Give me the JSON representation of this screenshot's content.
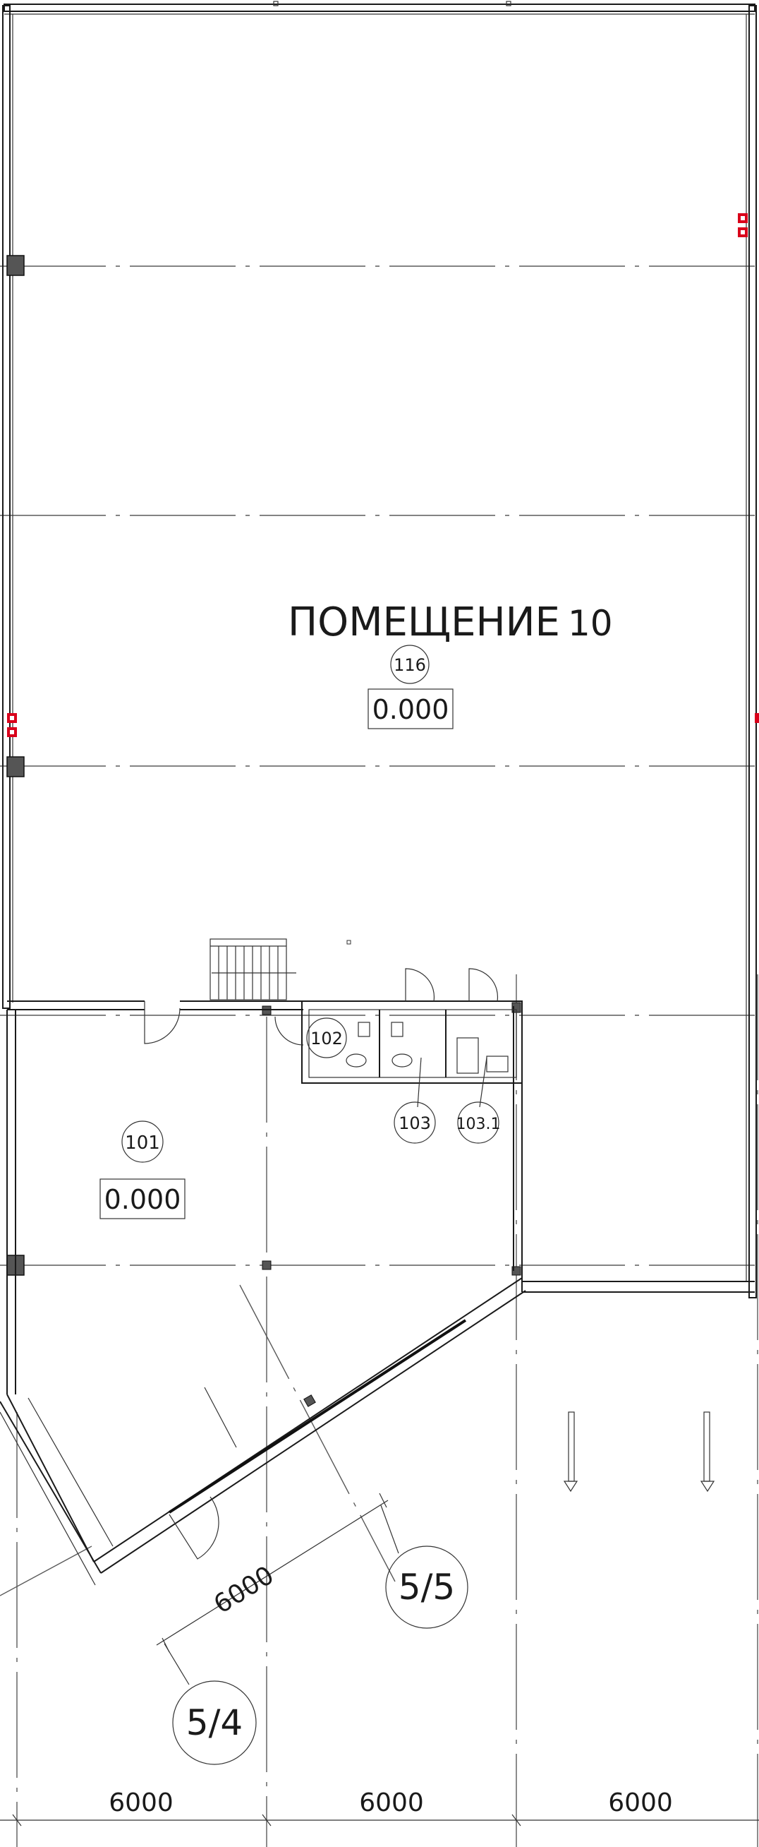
{
  "room_main": {
    "title_word": "ПОМЕЩЕНИЕ",
    "title_number": "10",
    "number": "116",
    "elevation": "0.000"
  },
  "room_101": {
    "number": "101",
    "elevation": "0.000"
  },
  "room_102": {
    "number": "102"
  },
  "room_103": {
    "number": "103"
  },
  "room_1031": {
    "number": "103.1"
  },
  "section_marks": {
    "a": "5/5",
    "b": "5/4"
  },
  "dimensions": {
    "diag": "6000",
    "bottom": [
      "6000",
      "6000",
      "6000"
    ]
  },
  "colors": {
    "line": "#1a1a1a",
    "axis": "#5a5a5a",
    "fire_equipment": "#d9001b",
    "column_fill": "#555555"
  }
}
